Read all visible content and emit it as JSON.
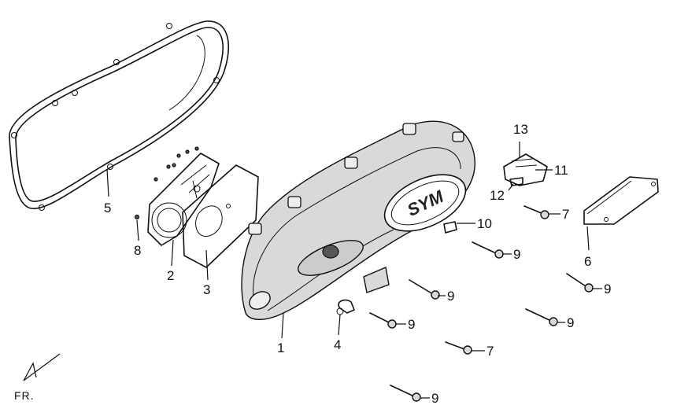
{
  "logo_text": "SYM",
  "direction": {
    "label": "FR."
  },
  "callouts": [
    {
      "id": "1",
      "label": "1"
    },
    {
      "id": "2",
      "label": "2"
    },
    {
      "id": "3",
      "label": "3"
    },
    {
      "id": "4",
      "label": "4"
    },
    {
      "id": "5",
      "label": "5"
    },
    {
      "id": "6",
      "label": "6"
    },
    {
      "id": "7a",
      "label": "7"
    },
    {
      "id": "7b",
      "label": "7"
    },
    {
      "id": "8",
      "label": "8"
    },
    {
      "id": "9a",
      "label": "9"
    },
    {
      "id": "9b",
      "label": "9"
    },
    {
      "id": "9c",
      "label": "9"
    },
    {
      "id": "9d",
      "label": "9"
    },
    {
      "id": "9e",
      "label": "9"
    },
    {
      "id": "9f",
      "label": "9"
    },
    {
      "id": "10",
      "label": "10"
    },
    {
      "id": "11",
      "label": "11"
    },
    {
      "id": "12",
      "label": "12"
    },
    {
      "id": "13",
      "label": "13"
    }
  ]
}
